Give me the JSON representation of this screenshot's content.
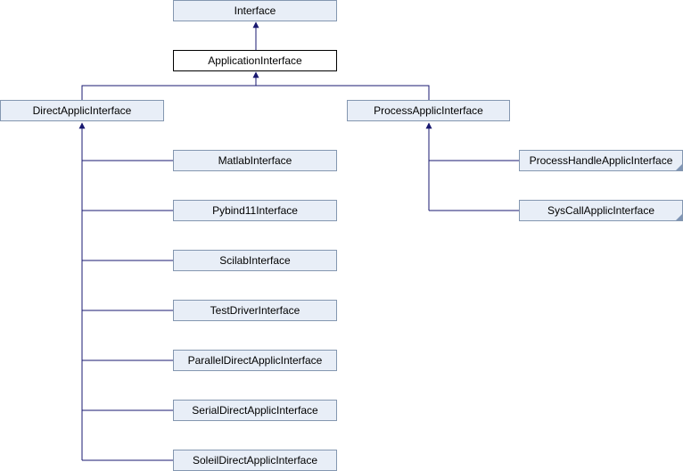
{
  "diagram": {
    "nodes": {
      "interface": "Interface",
      "application_interface": "ApplicationInterface",
      "direct_applic_interface": "DirectApplicInterface",
      "process_applic_interface": "ProcessApplicInterface",
      "matlab_interface": "MatlabInterface",
      "pybind11_interface": "Pybind11Interface",
      "scilab_interface": "ScilabInterface",
      "test_driver_interface": "TestDriverInterface",
      "parallel_direct_applic_interface": "ParallelDirectApplicInterface",
      "serial_direct_applic_interface": "SerialDirectApplicInterface",
      "soleil_direct_applic_interface": "SoleilDirectApplicInterface",
      "process_handle_applic_interface": "ProcessHandleApplicInterface",
      "sys_call_applic_interface": "SysCallApplicInterface"
    },
    "colors": {
      "node_fill": "#e8eef7",
      "node_border": "#8497b0",
      "current_node_fill": "#ffffff",
      "current_node_border": "#000000",
      "edge": "#191970"
    }
  }
}
